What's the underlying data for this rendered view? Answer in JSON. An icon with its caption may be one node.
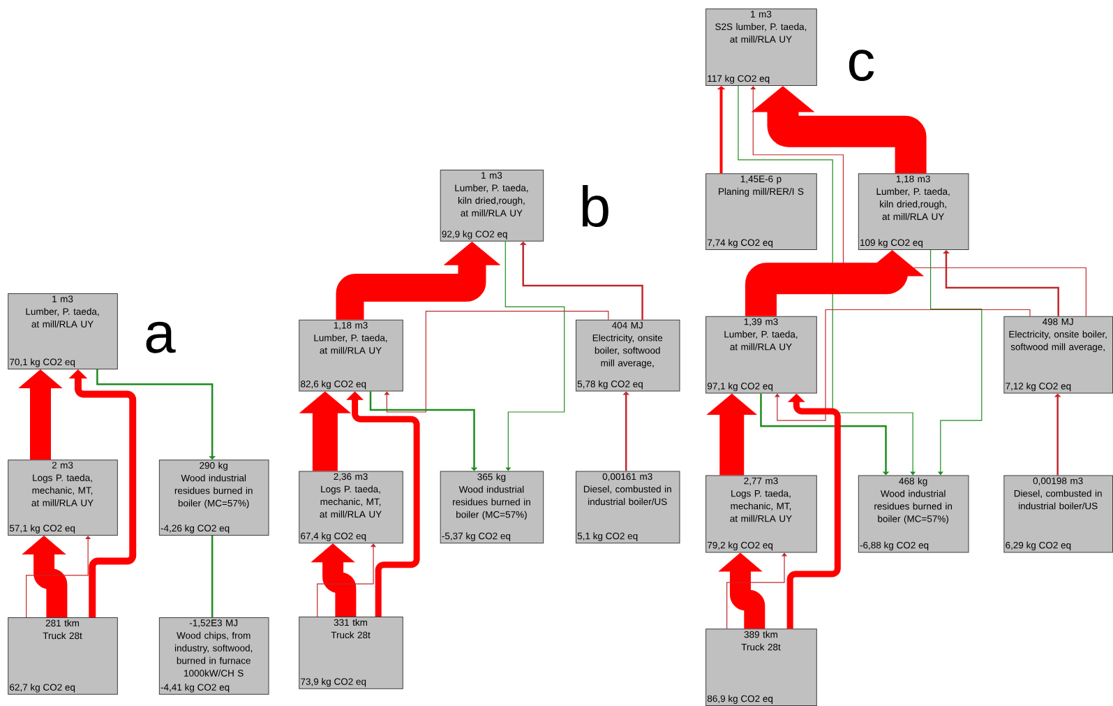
{
  "diagram": {
    "nodes": [
      {
        "text": [
          "1 m3",
          "Lumber, P. taeda, at mill/RLA UY",
          "70,1 kg CO2 eq"
        ]
      },
      {
        "text": [
          "2 m3",
          "Logs P. taeda, mechanic, MT, at mill/RLA UY",
          "57,1 kg CO2 eq"
        ]
      },
      {
        "text": [
          "290 kg",
          "Wood industrial residues burned in boiler (MC=57%)",
          "-4,26 kg CO2 eq"
        ]
      },
      {
        "text": [
          "281 tkm",
          "Truck 28t",
          "62,7 kg CO2 eq"
        ]
      },
      {
        "text": [
          "-1,52E3 MJ",
          "Wood chips, from industry, softwood, burned in furnace 1000kW/CH S",
          "-4,41 kg CO2 eq"
        ]
      },
      {
        "text": [
          "1 m3",
          "Lumber, P. taeda, kiln dried,rough, at mill/RLA UY",
          "92,9 kg CO2 eq"
        ]
      },
      {
        "text": [
          "1,18 m3",
          "Lumber, P. taeda, at mill/RLA UY",
          "82,6 kg CO2 eq"
        ]
      },
      {
        "text": [
          "404 MJ",
          "Electricity, onsite boiler, softwood mill average,",
          "5,78 kg CO2 eq"
        ]
      },
      {
        "text": [
          "2,36 m3",
          "Logs P. taeda, mechanic, MT, at mill/RLA UY",
          "67,4 kg CO2 eq"
        ]
      },
      {
        "text": [
          "365 kg",
          "Wood industrial residues burned in boiler (MC=57%)",
          "-5,37 kg CO2 eq"
        ]
      },
      {
        "text": [
          "0,00161 m3",
          "Diesel, combusted in industrial boiler/US",
          "5,1 kg CO2 eq"
        ]
      },
      {
        "text": [
          "331 tkm",
          "Truck 28t",
          "73,9 kg CO2 eq"
        ]
      },
      {
        "text": [
          "1 m3",
          "S2S lumber, P. taeda, at mill/RLA UY",
          "117 kg CO2 eq"
        ]
      },
      {
        "text": [
          "1,45E-6 p",
          "Planing mill/RER/I S",
          "7,74 kg CO2 eq"
        ]
      },
      {
        "text": [
          "1,18 m3",
          "Lumber, P. taeda, kiln dried,rough, at mill/RLA UY",
          "109 kg CO2 eq"
        ]
      },
      {
        "text": [
          "1,39 m3",
          "Lumber, P. taeda, at mill/RLA UY",
          "97,1 kg CO2 eq"
        ]
      },
      {
        "text": [
          "498 MJ",
          "Electricity, onsite boiler, softwood mill average,",
          "7,12 kg CO2 eq"
        ]
      },
      {
        "text": [
          "2,77 m3",
          "Logs P. taeda, mechanic, MT, at mill/RLA UY",
          "79,2 kg CO2 eq"
        ]
      },
      {
        "text": [
          "468 kg",
          "Wood industrial residues burned in boiler (MC=57%)",
          "-6,88 kg CO2 eq"
        ]
      },
      {
        "text": [
          "0,00198 m3",
          "Diesel, combusted in industrial boiler/US",
          "6,29 kg CO2 eq"
        ]
      },
      {
        "text": [
          "389 tkm",
          "Truck 28t",
          "86,9 kg CO2 eq"
        ]
      }
    ],
    "edges": [
      {
        "from": 1,
        "to": 0,
        "arrow": "to",
        "style": "thick"
      },
      {
        "from": 3,
        "to": 0,
        "arrow": "to",
        "style": "thick"
      },
      {
        "from": 0,
        "to": 2,
        "arrow": "to",
        "color": "#1e8c1e"
      },
      {
        "from": 4,
        "to": 2,
        "arrow": "none",
        "color": "#1e8c1e"
      },
      {
        "from": 3,
        "to": 1,
        "arrow": "to",
        "style": "thick"
      },
      {
        "from": 3,
        "to": 1,
        "arrow": "to",
        "color": "#c0282c"
      },
      {
        "from": 6,
        "to": 5,
        "arrow": "to",
        "style": "thick"
      },
      {
        "from": 7,
        "to": 5,
        "arrow": "to",
        "color": "#c0282c"
      },
      {
        "from": 7,
        "to": 6,
        "arrow": "to",
        "color": "#c0282c"
      },
      {
        "from": 5,
        "to": 9,
        "arrow": "to",
        "color": "#1e8c1e"
      },
      {
        "from": 6,
        "to": 9,
        "arrow": "to",
        "color": "#1e8c1e"
      },
      {
        "from": 8,
        "to": 6,
        "arrow": "to",
        "style": "thick"
      },
      {
        "from": 11,
        "to": 6,
        "arrow": "to",
        "style": "thick"
      },
      {
        "from": 10,
        "to": 7,
        "arrow": "to",
        "color": "#c0282c"
      },
      {
        "from": 11,
        "to": 8,
        "arrow": "to",
        "style": "thick"
      },
      {
        "from": 11,
        "to": 8,
        "arrow": "to",
        "color": "#c0282c"
      },
      {
        "from": 13,
        "to": 12,
        "arrow": "to"
      },
      {
        "from": 14,
        "to": 12,
        "arrow": "to",
        "style": "thick"
      },
      {
        "from": 16,
        "to": 12,
        "arrow": "to",
        "color": "#c0282c"
      },
      {
        "from": 12,
        "to": 18,
        "arrow": "to",
        "color": "#1e8c1e"
      },
      {
        "from": 15,
        "to": 14,
        "arrow": "to",
        "style": "thick"
      },
      {
        "from": 16,
        "to": 14,
        "arrow": "to",
        "color": "#c0282c"
      },
      {
        "from": 16,
        "to": 15,
        "arrow": "to",
        "color": "#c0282c"
      },
      {
        "from": 14,
        "to": 18,
        "arrow": "to",
        "color": "#1e8c1e"
      },
      {
        "from": 15,
        "to": 18,
        "arrow": "to",
        "color": "#1e8c1e"
      },
      {
        "from": 17,
        "to": 15,
        "arrow": "to",
        "style": "thick"
      },
      {
        "from": 20,
        "to": 15,
        "arrow": "to",
        "style": "thick"
      },
      {
        "from": 19,
        "to": 16,
        "arrow": "to",
        "color": "#c0282c"
      },
      {
        "from": 20,
        "to": 17,
        "arrow": "to",
        "style": "thick"
      },
      {
        "from": 20,
        "to": 17,
        "arrow": "to",
        "color": "#c0282c"
      }
    ],
    "labels": [
      "a",
      "b",
      "c"
    ]
  }
}
